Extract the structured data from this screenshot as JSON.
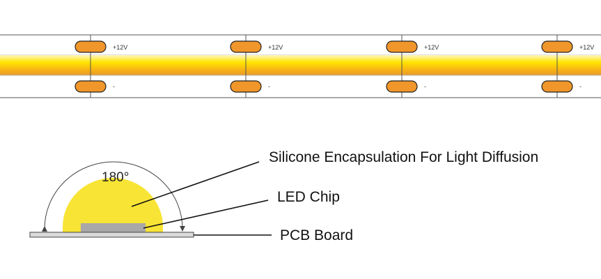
{
  "strip": {
    "pad_positive_label": "+12V",
    "pad_negative_label": "-",
    "pad_color": "#F0962A",
    "gradient_colors": [
      "#FFF6C2",
      "#FFE600",
      "#F7B015",
      "#E59A2E"
    ]
  },
  "cross_section": {
    "angle_label": "180°",
    "dome_color": "#F8E435",
    "chip_color": "#A8A8A8",
    "board_color": "#DADADA"
  },
  "callouts": {
    "encapsulation": "Silicone Encapsulation For Light Diffusion",
    "chip": "LED Chip",
    "board": "PCB Board"
  }
}
